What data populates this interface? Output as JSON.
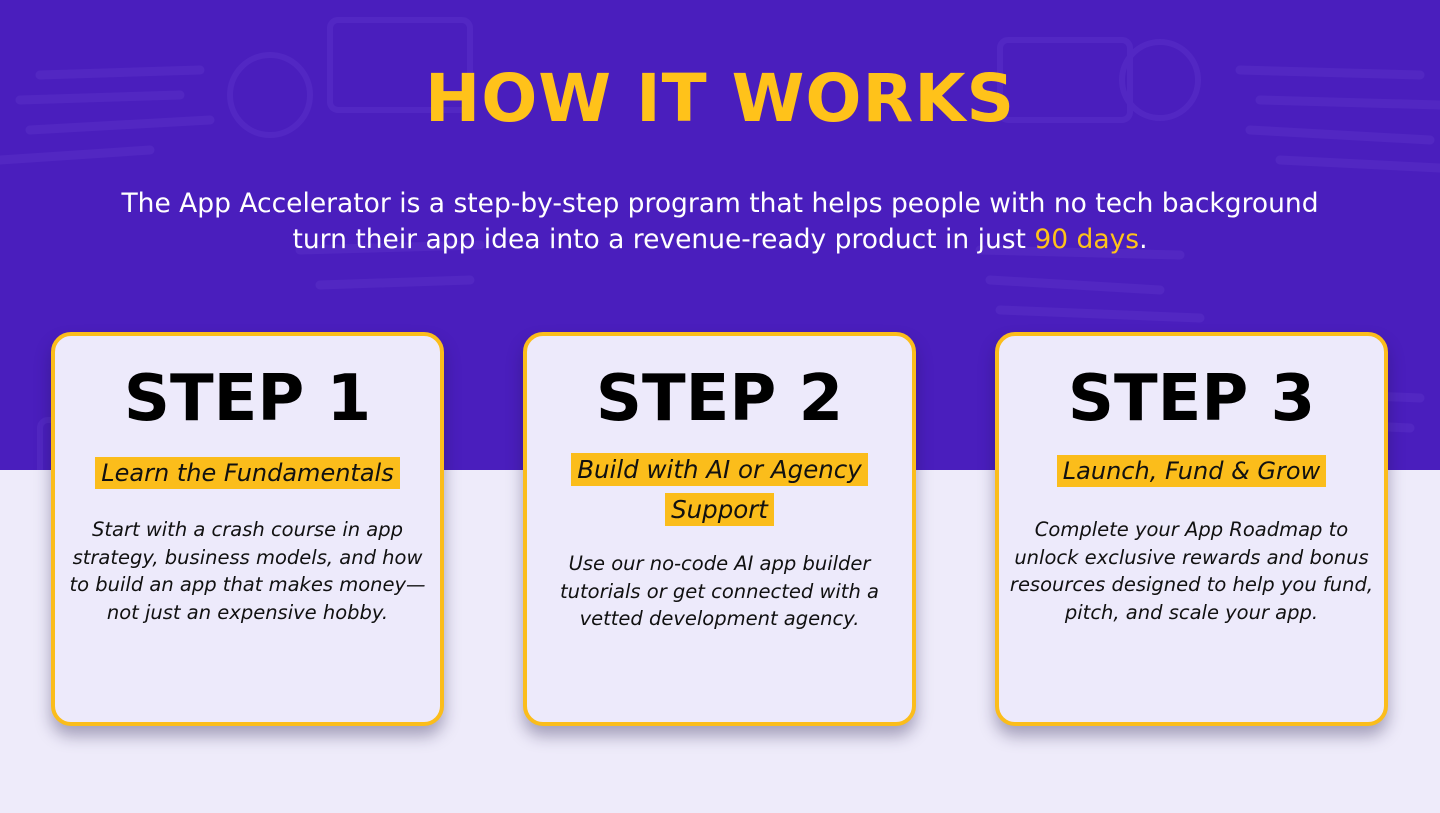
{
  "header": {
    "title": "HOW IT WORKS",
    "subtitle_line1": "The App Accelerator is a step-by-step program that helps people with no tech background",
    "subtitle_line2_pre": "turn their app idea into a revenue-ready product in just ",
    "subtitle_highlight": "90 days",
    "subtitle_line2_post": "."
  },
  "colors": {
    "primary_purple": "#4a1ebd",
    "accent_yellow": "#ffc21a",
    "card_background": "#edeafb"
  },
  "steps": [
    {
      "title": "STEP 1",
      "heading": "Learn the Fundamentals",
      "description": "Start with a crash course in app strategy, business models, and how to build an app that makes money—not just an expensive hobby."
    },
    {
      "title": "STEP 2",
      "heading": "Build with AI or Agency Support",
      "description": "Use our no-code AI app builder tutorials or get connected with a vetted development agency."
    },
    {
      "title": "STEP 3",
      "heading": "Launch, Fund & Grow",
      "description": "Complete your App Roadmap to unlock exclusive rewards and bonus resources designed to help you fund, pitch, and scale your app."
    }
  ]
}
